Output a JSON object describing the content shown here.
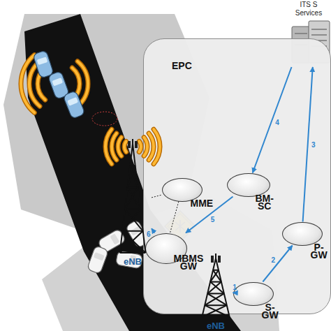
{
  "diagram": {
    "nodes": [
      {
        "text": [
          "ITS S",
          "Services"
        ]
      },
      {
        "text": [
          "EPC"
        ]
      },
      {
        "text": [
          "MME"
        ],
        "in": 1
      },
      {
        "text": [
          "BM-SC"
        ],
        "in": 1
      },
      {
        "text": [
          "MBMS GW"
        ],
        "in": 1
      },
      {
        "text": [
          "P-GW"
        ],
        "in": 1
      },
      {
        "text": [
          "S-GW"
        ],
        "in": 1
      },
      {
        "text": [
          "eNB"
        ]
      },
      {
        "text": [
          "eNB"
        ]
      }
    ],
    "edges": [
      {
        "from": 8,
        "to": 6,
        "label": "1",
        "arrow": "to"
      },
      {
        "from": 6,
        "to": 5,
        "label": "2",
        "arrow": "to"
      },
      {
        "from": 5,
        "to": 0,
        "label": "3",
        "arrow": "to"
      },
      {
        "from": 0,
        "to": 3,
        "label": "4",
        "arrow": "to"
      },
      {
        "from": 3,
        "to": 4,
        "label": "5",
        "arrow": "to"
      },
      {
        "from": 4,
        "to": 7,
        "label": "6",
        "arrow": "to"
      },
      {
        "from": 7,
        "to": 2,
        "arrow": "none"
      },
      {
        "from": 2,
        "to": 4,
        "arrow": "none"
      }
    ]
  }
}
